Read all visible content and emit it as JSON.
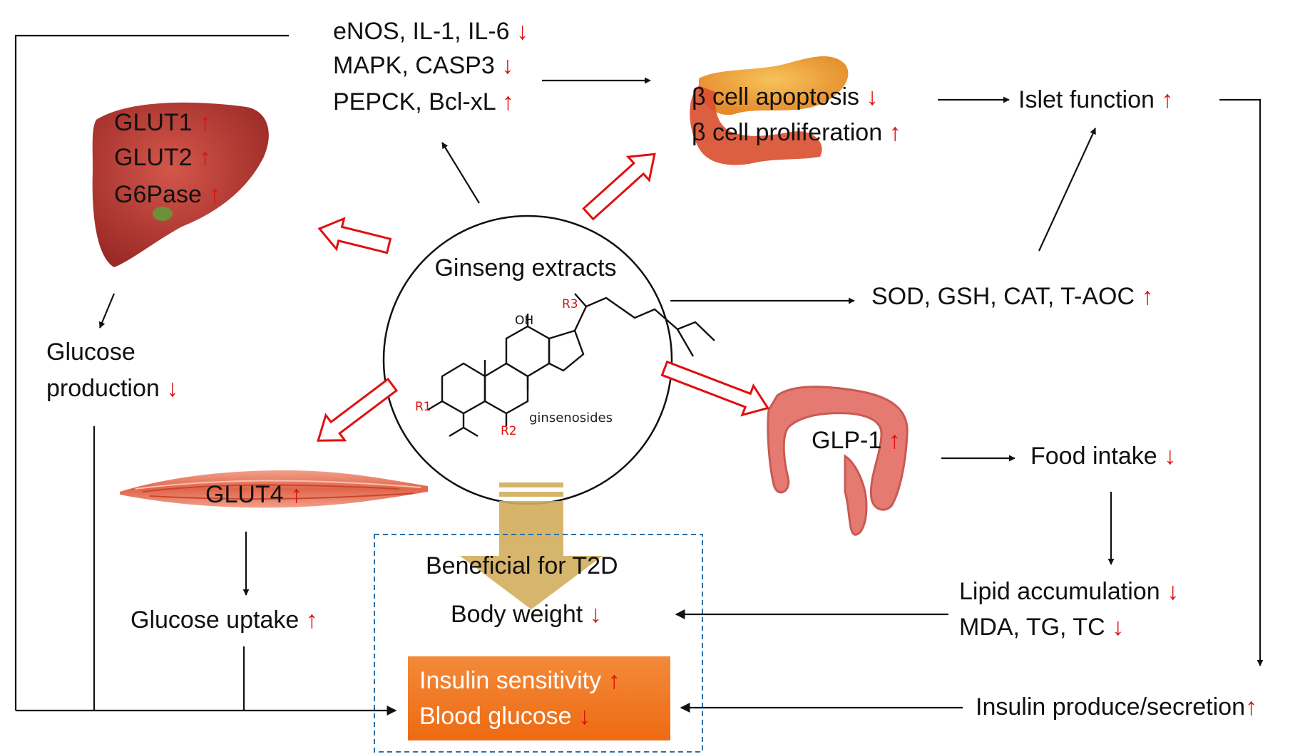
{
  "arrows": {
    "up": "↑",
    "down": "↓"
  },
  "center": {
    "title": "Ginseng extracts",
    "compound": "ginsenosides",
    "oh": "OH",
    "r1": "R1",
    "r2": "R2",
    "r3": "R3"
  },
  "top_markers": [
    {
      "text": "eNOS, IL-1, IL-6",
      "dir": "down"
    },
    {
      "text": "MAPK, CASP3",
      "dir": "down"
    },
    {
      "text": "PEPCK, Bcl-xL",
      "dir": "up"
    }
  ],
  "liver": [
    {
      "text": "GLUT1",
      "dir": "up"
    },
    {
      "text": "GLUT2",
      "dir": "up"
    },
    {
      "text": "G6Pase",
      "dir": "up"
    }
  ],
  "glucose_production": {
    "line1": "Glucose",
    "line2": "production",
    "dir": "down"
  },
  "pancreas": [
    {
      "text": "β cell apoptosis",
      "dir": "down"
    },
    {
      "text": "β cell proliferation",
      "dir": "up"
    }
  ],
  "islet_function": {
    "text": "Islet function",
    "dir": "up"
  },
  "antioxidants": {
    "text": "SOD, GSH, CAT, T-AOC",
    "dir": "up"
  },
  "intestine": {
    "text": "GLP-1",
    "dir": "up"
  },
  "food_intake": {
    "text": "Food intake",
    "dir": "down"
  },
  "lipid": [
    {
      "text": "Lipid accumulation",
      "dir": "down"
    },
    {
      "text": "MDA, TG, TC",
      "dir": "down"
    }
  ],
  "insulin_secretion": {
    "text": "Insulin produce/secretion",
    "dir": "up"
  },
  "muscle": {
    "text": "GLUT4",
    "dir": "up"
  },
  "glucose_uptake": {
    "text": "Glucose uptake",
    "dir": "up"
  },
  "outcome": {
    "title": "Beneficial for T2D",
    "body_weight": {
      "text": "Body weight",
      "dir": "down"
    },
    "insulin_sensitivity": {
      "text": "Insulin sensitivity",
      "dir": "up"
    },
    "blood_glucose": {
      "text": "Blood glucose",
      "dir": "down"
    }
  },
  "colors": {
    "red_arrow": "#e01010",
    "black_arrow": "#111111",
    "gold_arrow": "#d2ad5c",
    "dashed_box": "#2a6fa8",
    "orange_box": "#ee6a12",
    "liver": "#b83a32",
    "pancreas": "#f2a335",
    "intestine": "#e47a72",
    "muscle": "#e87e62"
  }
}
